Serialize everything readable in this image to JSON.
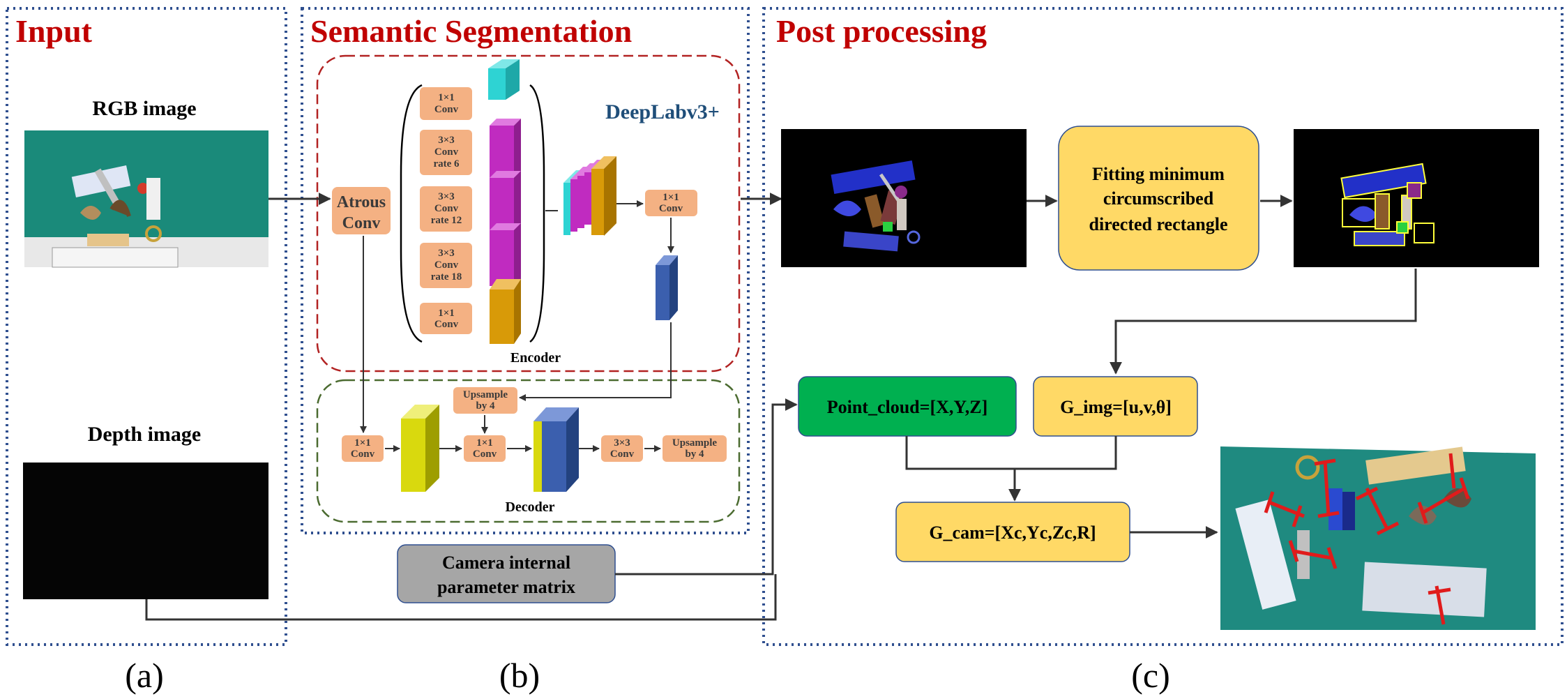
{
  "colors": {
    "section_title": "#c00000",
    "section_border": "#2f4f8f",
    "encoder_border": "#b22222",
    "decoder_border": "#4b6b30",
    "conv_block": "#f4b183",
    "deeplab_text": "#1f4e79",
    "process_box": "#ffd966",
    "pointcloud_box": "#00b050",
    "camera_box": "#a6a6a6",
    "feature_cyan": "#2ed3d3",
    "feature_magenta": "#c02bc0",
    "feature_orange": "#d89a08",
    "feature_blue": "#3b5fae",
    "feature_yellow": "#d9d90e"
  },
  "sections": {
    "input": {
      "title": "Input",
      "caption": "(a)"
    },
    "segmentation": {
      "title": "Semantic Segmentation",
      "caption": "(b)"
    },
    "post": {
      "title": "Post processing",
      "caption": "(c)"
    }
  },
  "input": {
    "rgb_label": "RGB image",
    "depth_label": "Depth image"
  },
  "segmentation": {
    "network_name": "DeepLabv3+",
    "encoder_label": "Encoder",
    "decoder_label": "Decoder",
    "atrous_conv": [
      "Atrous",
      "Conv"
    ],
    "aspp_blocks": [
      {
        "lines": [
          "1×1",
          "Conv"
        ]
      },
      {
        "lines": [
          "3×3",
          "Conv",
          "rate 6"
        ]
      },
      {
        "lines": [
          "3×3",
          "Conv",
          "rate 12"
        ]
      },
      {
        "lines": [
          "3×3",
          "Conv",
          "rate 18"
        ]
      },
      {
        "lines": [
          "1×1",
          "Conv"
        ]
      }
    ],
    "encoder_out_conv": [
      "1×1",
      "Conv"
    ],
    "decoder_blocks": {
      "low_conv": [
        "1×1",
        "Conv"
      ],
      "upsample_top": [
        "Upsample",
        "by 4"
      ],
      "mid_conv": [
        "1×1",
        "Conv"
      ],
      "conv3": [
        "3×3",
        "Conv"
      ],
      "upsample_out": [
        "Upsample",
        "by 4"
      ]
    },
    "camera_matrix": [
      "Camera internal",
      "parameter matrix"
    ]
  },
  "post": {
    "fitting": [
      "Fitting minimum",
      "circumscribed",
      "directed rectangle"
    ],
    "point_cloud": "Point_cloud=[X,Y,Z]",
    "g_img": "G_img=[u,v,θ]",
    "g_cam": "G_cam=[Xc,Yc,Zc,R]"
  }
}
